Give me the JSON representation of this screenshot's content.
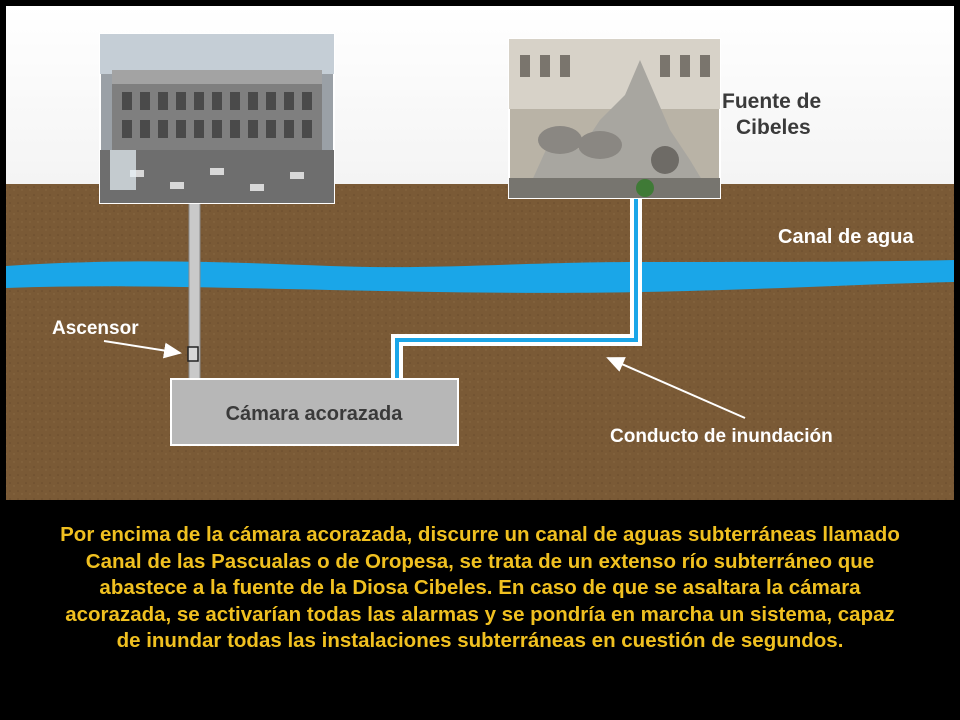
{
  "labels": {
    "fountain": [
      "Fuente de",
      "Cibeles"
    ],
    "canal": "Canal de agua",
    "elevator": "Ascensor",
    "vault": "Cámara acorazada",
    "flood_duct": "Conducto de inundación"
  },
  "caption": "Por encima de la cámara acorazada, discurre un canal de aguas subterráneas llamado Canal de las Pascualas o de Oropesa, se trata de un extenso río subterráneo que abastece a la fuente de la Diosa Cibeles. En caso de que se asaltara la cámara acorazada, se activarían todas las alarmas y se pondría en marcha un sistema, capaz de inundar todas las instalaciones subterráneas en cuestión de segundos.",
  "colors": {
    "sky": "#ffffff",
    "soil": "#7a5a36",
    "water": "#1aa6e8",
    "vault": "#b7b7b7",
    "caption_text": "#f0c020",
    "label_text": "#ffffff",
    "label_text_dark": "#3a3a3a"
  },
  "images": {
    "bank_building": "photo-bank-building",
    "cibeles_fountain": "photo-cibeles-fountain"
  }
}
